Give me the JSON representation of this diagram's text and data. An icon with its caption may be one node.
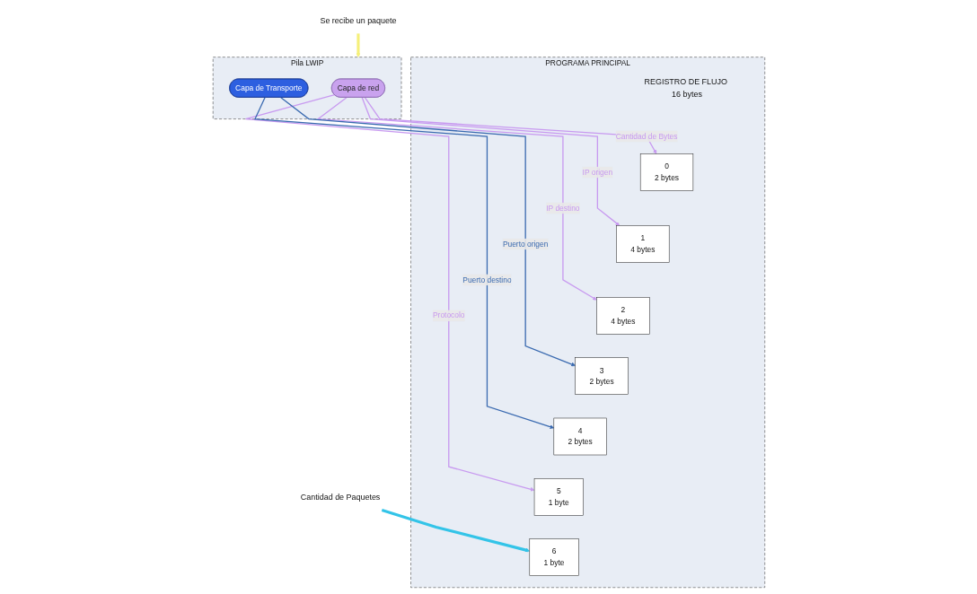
{
  "diagram": {
    "nodes": [
      {
        "text": [
          "Se recibe un paquete"
        ]
      },
      {
        "text": [
          "Pila LWIP"
        ]
      },
      {
        "text": [
          "Capa de red"
        ],
        "in": 1
      },
      {
        "text": [
          "Capa de Transporte"
        ],
        "in": 1
      },
      {
        "text": [
          "PROGRAMA PRINCIPAL"
        ]
      },
      {
        "text": [
          "REGISTRO DE FLUJO 16 bytes"
        ],
        "in": 4
      },
      {
        "text": [
          "0",
          "2 bytes"
        ],
        "in": 4
      },
      {
        "text": [
          "1",
          "4 bytes"
        ],
        "in": 4
      },
      {
        "text": [
          "2",
          "4 bytes"
        ],
        "in": 4
      },
      {
        "text": [
          "3",
          "2 bytes"
        ],
        "in": 4
      },
      {
        "text": [
          "4",
          "2 bytes"
        ],
        "in": 4
      },
      {
        "text": [
          "5",
          "1 byte"
        ],
        "in": 4
      },
      {
        "text": [
          "6",
          "1 byte"
        ],
        "in": 4
      },
      {
        "text": [
          "Cantidad de Paquetes"
        ]
      }
    ],
    "edges": [
      {
        "from": 0,
        "to": 1,
        "arrow": "to",
        "style": "thick",
        "color": "#f5f07a"
      },
      {
        "from": 2,
        "to": 6,
        "arrow": "to",
        "label": "Cantidad de Bytes"
      },
      {
        "from": 2,
        "to": 7,
        "arrow": "to",
        "label": "IP origen"
      },
      {
        "from": 2,
        "to": 8,
        "arrow": "to",
        "label": "IP destino"
      },
      {
        "from": 2,
        "to": 11,
        "arrow": "to",
        "label": "Protocolo"
      },
      {
        "from": 3,
        "to": 9,
        "arrow": "to",
        "label": "Puerto origen",
        "color": "#3a6ab0"
      },
      {
        "from": 3,
        "to": 10,
        "arrow": "to",
        "label": "Puerto destino",
        "color": "#3a6ab0"
      },
      {
        "from": 13,
        "to": 12,
        "arrow": "to",
        "style": "thick",
        "color": "#33c4e8"
      }
    ]
  }
}
